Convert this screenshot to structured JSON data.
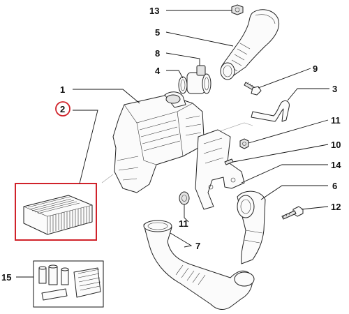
{
  "diagram": {
    "callouts": [
      {
        "id": "13",
        "label": "13"
      },
      {
        "id": "5",
        "label": "5"
      },
      {
        "id": "8",
        "label": "8"
      },
      {
        "id": "4",
        "label": "4"
      },
      {
        "id": "9",
        "label": "9"
      },
      {
        "id": "1",
        "label": "1"
      },
      {
        "id": "3",
        "label": "3"
      },
      {
        "id": "2",
        "label": "2"
      },
      {
        "id": "11a",
        "label": "11"
      },
      {
        "id": "10",
        "label": "10"
      },
      {
        "id": "14",
        "label": "14"
      },
      {
        "id": "6",
        "label": "6"
      },
      {
        "id": "12",
        "label": "12"
      },
      {
        "id": "11b",
        "label": "11"
      },
      {
        "id": "7",
        "label": "7"
      },
      {
        "id": "15",
        "label": "15"
      }
    ],
    "colors": {
      "highlight": "#d0222a",
      "line": "#111111"
    }
  }
}
